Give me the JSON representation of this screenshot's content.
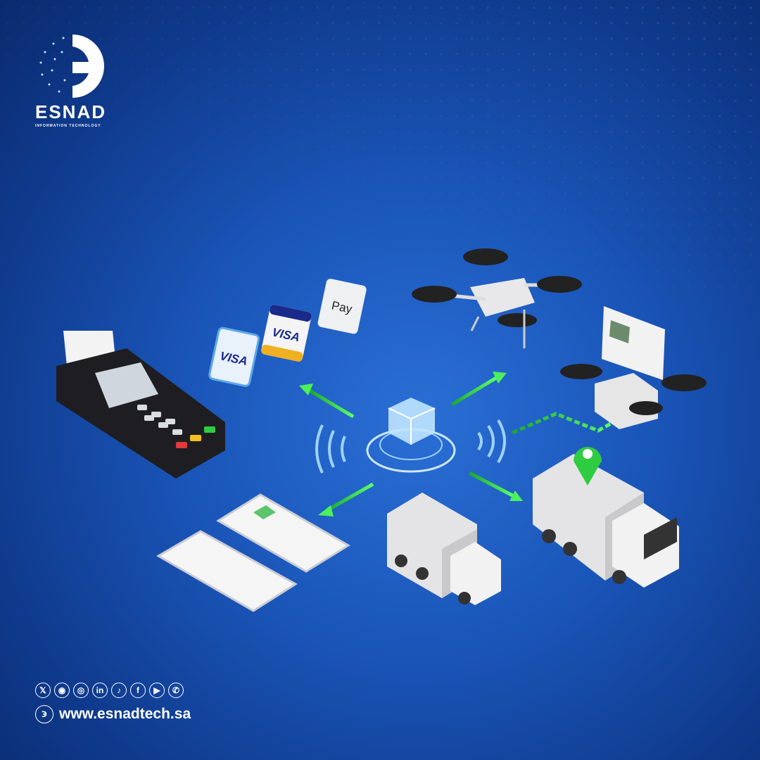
{
  "brand": {
    "name": "ESNAD",
    "tagline": "INFORMATION TECHNOLOGY",
    "accent": "#2ecc40",
    "background": "#1a55b8"
  },
  "cards": [
    {
      "label": "VISA"
    },
    {
      "label": "VISA"
    },
    {
      "label": "Pay"
    }
  ],
  "footer": {
    "social": [
      {
        "icon": "x-icon",
        "glyph": "𝕏"
      },
      {
        "icon": "snapchat-icon",
        "glyph": "◉"
      },
      {
        "icon": "instagram-icon",
        "glyph": "◎"
      },
      {
        "icon": "linkedin-icon",
        "glyph": "in"
      },
      {
        "icon": "tiktok-icon",
        "glyph": "♪"
      },
      {
        "icon": "facebook-icon",
        "glyph": "f"
      },
      {
        "icon": "youtube-icon",
        "glyph": "▶"
      },
      {
        "icon": "whatsapp-icon",
        "glyph": "✆"
      }
    ],
    "website": "www.esnadtech.sa",
    "website_icon_glyph": "϶"
  }
}
